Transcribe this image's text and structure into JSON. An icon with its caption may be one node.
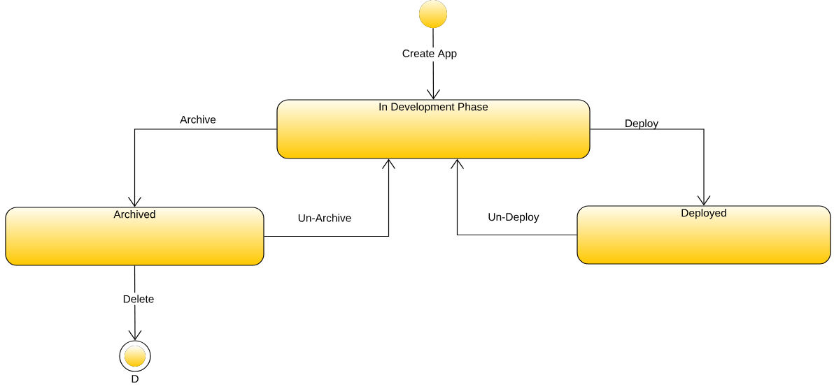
{
  "diagram": {
    "nodes": [
      {
        "text": [],
        "shape": "circle"
      },
      {
        "text": [
          "In Development Phase"
        ]
      },
      {
        "text": [
          "Archived"
        ]
      },
      {
        "text": [
          "Deployed"
        ]
      },
      {
        "text": [],
        "shape": "circle",
        "beside": [
          "D"
        ]
      }
    ],
    "edges": [
      {
        "from": 0,
        "to": 1,
        "arrow": "to",
        "label": "Create App"
      },
      {
        "from": 1,
        "to": 2,
        "arrow": "to",
        "label": "Archive"
      },
      {
        "from": 1,
        "to": 3,
        "arrow": "to",
        "label": "Deploy"
      },
      {
        "from": 2,
        "to": 1,
        "arrow": "to",
        "label": "Un-Archive"
      },
      {
        "from": 3,
        "to": 1,
        "arrow": "to",
        "label": "Un-Deploy"
      },
      {
        "from": 2,
        "to": 4,
        "arrow": "to",
        "label": "Delete"
      }
    ]
  }
}
